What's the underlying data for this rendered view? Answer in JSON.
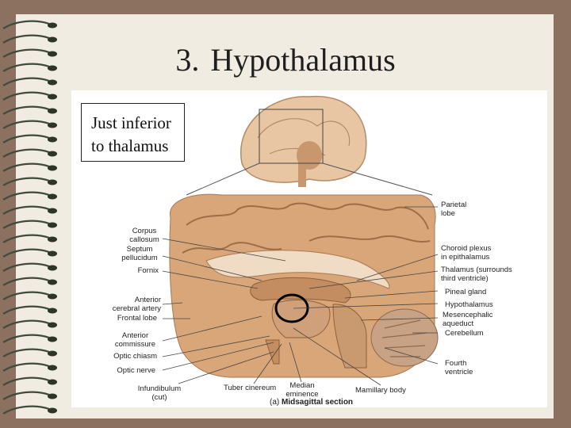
{
  "slide": {
    "number": "3.",
    "title": "Hypothalamus",
    "callout": "Just inferior to thalamus"
  },
  "figure": {
    "caption_tag": "(a)",
    "caption": "Midsagittal section",
    "labels": {
      "corpus_callosum": "Corpus\ncallosum",
      "septum_pellucidum": "Septum\npellucidum",
      "fornix": "Fornix",
      "anterior_cerebral_artery": "Anterior\ncerebral artery",
      "frontal_lobe": "Frontal lobe",
      "anterior_commissure": "Anterior\ncommissure",
      "optic_chiasm": "Optic chiasm",
      "optic_nerve": "Optic nerve",
      "infundibulum": "Infundibulum\n(cut)",
      "tuber_cinereum": "Tuber cinereum",
      "median_eminence": "Median\neminence",
      "mamillary_body": "Mamillary body",
      "parietal_lobe": "Parietal\nlobe",
      "choroid_plexus": "Choroid plexus\nin epithalamus",
      "thalamus": "Thalamus (surrounds\nthird ventricle)",
      "pineal_gland": "Pineal gland",
      "hypothalamus": "Hypothalamus",
      "mesencephalic_aqueduct": "Mesencephalic\naqueduct",
      "cerebellum": "Cerebellum",
      "fourth_ventricle": "Fourth\nventricle"
    },
    "colors": {
      "brain_tissue": "#d9a679",
      "highlight_ellipse": "#000000"
    }
  }
}
